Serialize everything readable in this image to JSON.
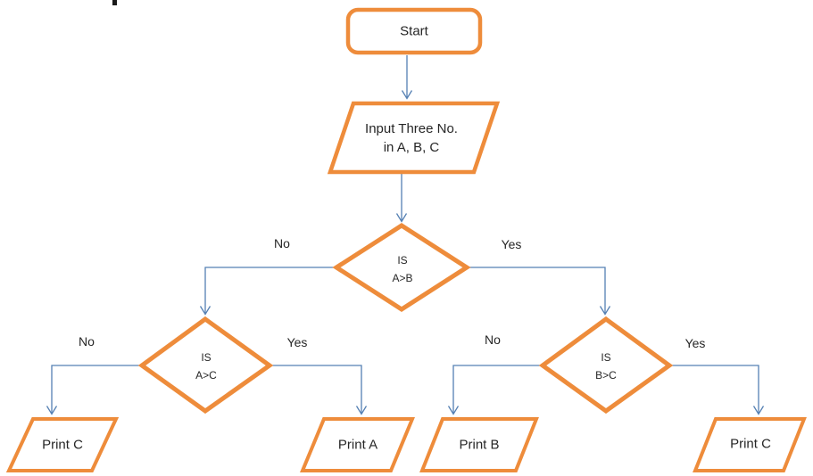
{
  "diagram": {
    "type": "flowchart",
    "description": "Flowchart to find/print the largest of three numbers A, B, C",
    "colors": {
      "shape_border": "#EE8C3B",
      "connector": "#5580B3",
      "text": "#262626"
    },
    "nodes": {
      "start": {
        "shape": "rounded-rect",
        "label": "Start"
      },
      "input": {
        "shape": "parallelogram",
        "line1": "Input Three No.",
        "line2": "in A, B, C"
      },
      "decision_ab": {
        "shape": "diamond",
        "line1": "IS",
        "line2": "A>B"
      },
      "decision_ac": {
        "shape": "diamond",
        "line1": "IS",
        "line2": "A>C"
      },
      "decision_bc": {
        "shape": "diamond",
        "line1": "IS",
        "line2": "B>C"
      },
      "print_c_left": {
        "shape": "parallelogram",
        "label": "Print C"
      },
      "print_a": {
        "shape": "parallelogram",
        "label": "Print A"
      },
      "print_b": {
        "shape": "parallelogram",
        "label": "Print B"
      },
      "print_c_right": {
        "shape": "parallelogram",
        "label": "Print C"
      }
    },
    "edge_labels": {
      "ab_no": "No",
      "ab_yes": "Yes",
      "ac_no": "No",
      "ac_yes": "Yes",
      "bc_no": "No",
      "bc_yes": "Yes"
    }
  }
}
